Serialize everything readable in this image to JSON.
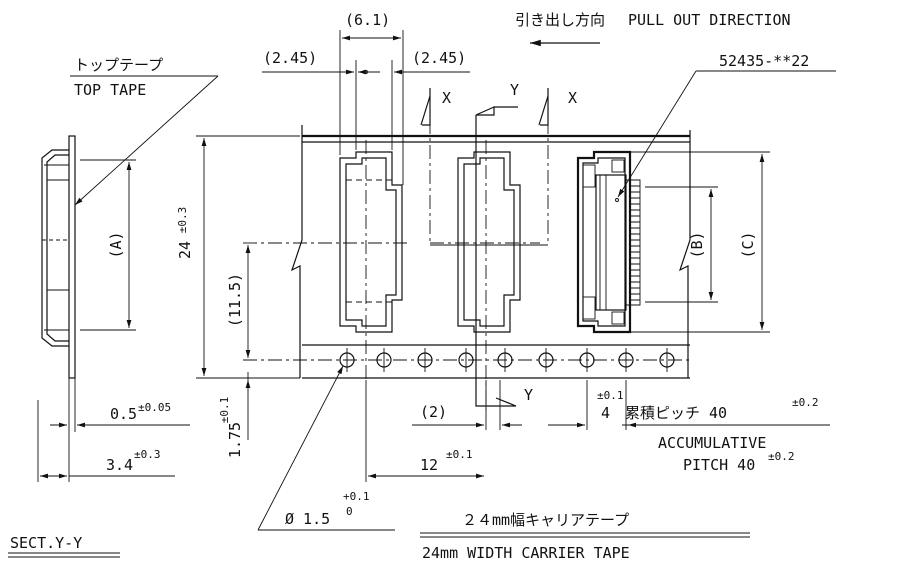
{
  "direction": {
    "jp": "引き出し方向",
    "en": "PULL OUT DIRECTION"
  },
  "part_number": "52435-**22",
  "top_tape": {
    "jp": "トップテープ",
    "en": "TOP TAPE"
  },
  "dims": {
    "d61": "(6.1)",
    "d245_left": "(2.45)",
    "d245_right": "(2.45)",
    "height_24": "24",
    "tol_24": "±0.3",
    "d115": "(11.5)",
    "dA": "(A)",
    "dB": "(B)",
    "dC": "(C)",
    "d05": "0.5",
    "tol_05": "±0.05",
    "d34": "3.4",
    "tol_34": "±0.3",
    "d175": "1.75",
    "tol_175": "±0.1",
    "d2": "(2)",
    "d12": "12",
    "tol_12": "±0.1",
    "d4": "4",
    "tol_4": "±0.1",
    "hole": "Ø 1.5",
    "hole_tol_plus": "+0.1",
    "hole_tol_zero": "0"
  },
  "section_marks": {
    "x_left": "X",
    "x_right": "X",
    "y_top": "Y",
    "y_bottom": "Y"
  },
  "pitch": {
    "jp": "累積ピッチ 40",
    "tol_jp": "±0.2",
    "en_line1": "ACCUMULATIVE",
    "en_line2": "PITCH 40",
    "tol_en": "±0.2"
  },
  "carrier_tape": {
    "jp": "２４mm幅キャリアテープ",
    "en": "24mm WIDTH CARRIER TAPE"
  },
  "section_title": "SECT.Y-Y"
}
